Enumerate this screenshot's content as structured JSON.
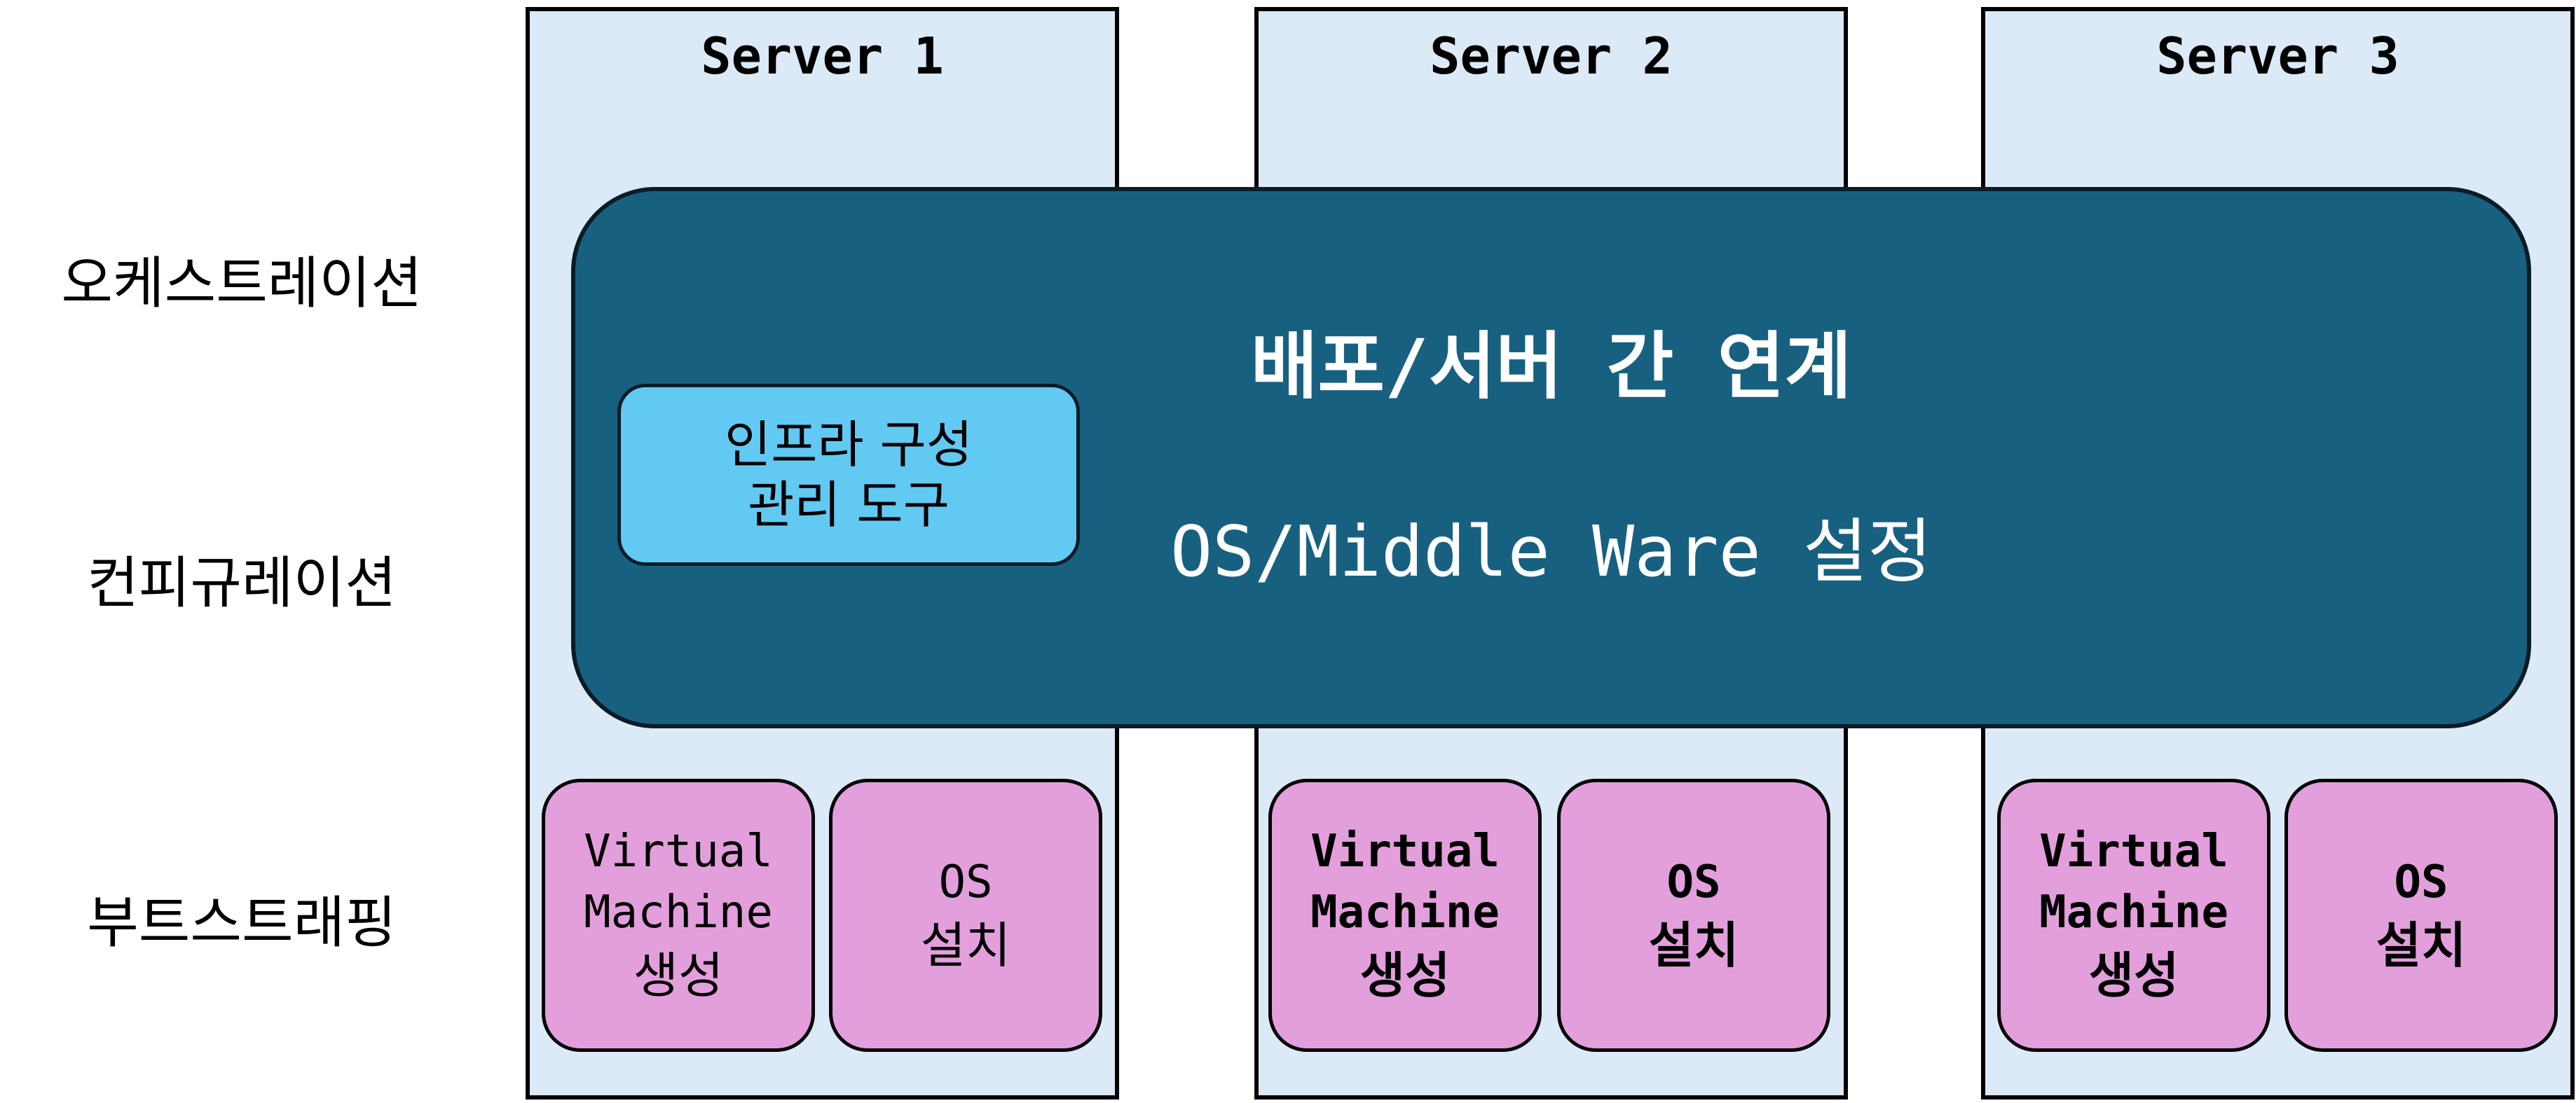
{
  "layers": {
    "orchestration": "오케스트레이션",
    "configuration": "컨피규레이션",
    "bootstrapping": "부트스트래핑"
  },
  "servers": [
    {
      "title": "Server 1",
      "vm": {
        "line1": "Virtual",
        "line2": "Machine",
        "line3": "생성"
      },
      "os": {
        "line1": "OS",
        "line2": "설치"
      }
    },
    {
      "title": "Server 2",
      "vm": {
        "line1": "Virtual",
        "line2": "Machine",
        "line3": "생성"
      },
      "os": {
        "line1": "OS",
        "line2": "설치"
      }
    },
    {
      "title": "Server 3",
      "vm": {
        "line1": "Virtual",
        "line2": "Machine",
        "line3": "생성"
      },
      "os": {
        "line1": "OS",
        "line2": "설치"
      }
    }
  ],
  "orchestration_box": {
    "title": "배포/서버 간 연계",
    "subtitle": "OS/Middle Ware 설정"
  },
  "tool_box": {
    "line1": "인프라 구성",
    "line2": "관리 도구"
  },
  "colors": {
    "server_bg": "#dce9f6",
    "orchestration_bg": "#186080",
    "tool_bg": "#62c9f3",
    "bootstrap_bg": "#e39fdc"
  }
}
